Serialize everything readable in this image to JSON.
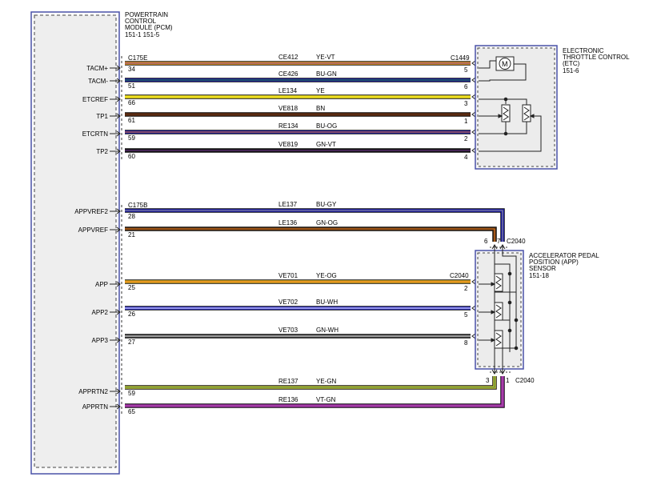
{
  "pcm": {
    "name_lines": [
      "POWERTRAIN",
      "CONTROL",
      "MODULE (PCM)",
      "151-1  151-5"
    ],
    "pins": [
      {
        "label": "TACM+"
      },
      {
        "label": "TACM-"
      },
      {
        "label": "ETCREF"
      },
      {
        "label": "TP1"
      },
      {
        "label": "ETCRTN"
      },
      {
        "label": "TP2"
      },
      {
        "label": "APPVREF2"
      },
      {
        "label": "APPVREF"
      },
      {
        "label": "APP"
      },
      {
        "label": "APP2"
      },
      {
        "label": "APP3"
      },
      {
        "label": "APPRTN2"
      },
      {
        "label": "APPRTN"
      }
    ],
    "connectors": [
      "C175E",
      "C175B"
    ]
  },
  "etc": {
    "name_lines": [
      "ELECTRONIC",
      "THROTTLE CONTROL",
      "(ETC)",
      "151-6"
    ],
    "connector": "C1449",
    "motor_symbol": "M"
  },
  "app": {
    "name_lines": [
      "ACCELERATOR PEDAL",
      "POSITION (APP)",
      "SENSOR",
      "151-18"
    ],
    "connector_mid": "C2040",
    "connector_top": "C2040",
    "connector_bottom": "C2040"
  },
  "wires": [
    {
      "circuit": "CE412",
      "color_code": "YE-VT",
      "pcm_pin": "34",
      "far_pin": "5",
      "colors": [
        "#f0a020",
        "#7a3a9a"
      ]
    },
    {
      "circuit": "CE426",
      "color_code": "BU-GN",
      "pcm_pin": "51",
      "far_pin": "6",
      "colors": [
        "#1a1ab0",
        "#2a8a2a"
      ]
    },
    {
      "circuit": "LE134",
      "color_code": "YE",
      "pcm_pin": "66",
      "far_pin": "3",
      "colors": [
        "#f0e020",
        "#f0e020"
      ]
    },
    {
      "circuit": "VE818",
      "color_code": "BN",
      "pcm_pin": "61",
      "far_pin": "1",
      "colors": [
        "#5a2a10",
        "#5a2a10"
      ]
    },
    {
      "circuit": "RE134",
      "color_code": "BU-OG",
      "pcm_pin": "59",
      "far_pin": "2",
      "colors": [
        "#1a1ab0",
        "#f08020"
      ]
    },
    {
      "circuit": "VE819",
      "color_code": "GN-VT",
      "pcm_pin": "60",
      "far_pin": "4",
      "colors": [
        "#101010",
        "#7a3a9a"
      ]
    },
    {
      "circuit": "LE137",
      "color_code": "BU-GY",
      "pcm_pin": "28",
      "far_pin": "7",
      "colors": [
        "#1a1ab0",
        "#9a9a9a"
      ]
    },
    {
      "circuit": "LE136",
      "color_code": "GN-OG",
      "pcm_pin": "21",
      "far_pin": "6",
      "colors": [
        "#4a2a10",
        "#f08020"
      ]
    },
    {
      "circuit": "VE701",
      "color_code": "YE-OG",
      "pcm_pin": "25",
      "far_pin": "2",
      "colors": [
        "#e0b020",
        "#f08020"
      ]
    },
    {
      "circuit": "VE702",
      "color_code": "BU-WH",
      "pcm_pin": "26",
      "far_pin": "5",
      "colors": [
        "#2a2ad0",
        "#ffffff"
      ]
    },
    {
      "circuit": "VE703",
      "color_code": "GN-WH",
      "pcm_pin": "27",
      "far_pin": "8",
      "colors": [
        "#3a3a3a",
        "#ffffff"
      ]
    },
    {
      "circuit": "RE137",
      "color_code": "YE-GN",
      "pcm_pin": "59",
      "far_pin": "3",
      "colors": [
        "#c8c040",
        "#4a8a2a"
      ]
    },
    {
      "circuit": "RE136",
      "color_code": "VT-GN",
      "pcm_pin": "65",
      "far_pin": "1",
      "colors": [
        "#9a2aa0",
        "#b050b0"
      ]
    }
  ]
}
